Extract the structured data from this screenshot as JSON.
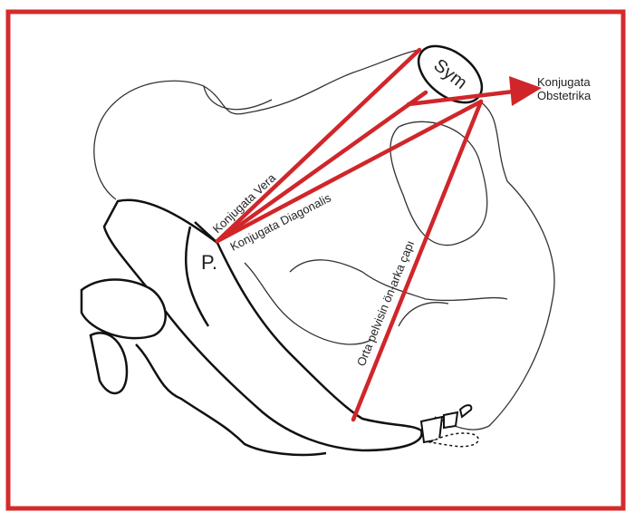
{
  "colors": {
    "frame": "#d42b2b",
    "lines": "#d0262a",
    "outline": "#111111"
  },
  "labels": {
    "sym": "Sym",
    "promontorium": "P.",
    "obstetrika_line1": "Konjugata",
    "obstetrika_line2": "Obstetrika",
    "vera": "Konjugata Vera",
    "diagonalis": "Konjugata Diagonalis",
    "orta": "Orta pelvisin ön-arka çapı"
  }
}
